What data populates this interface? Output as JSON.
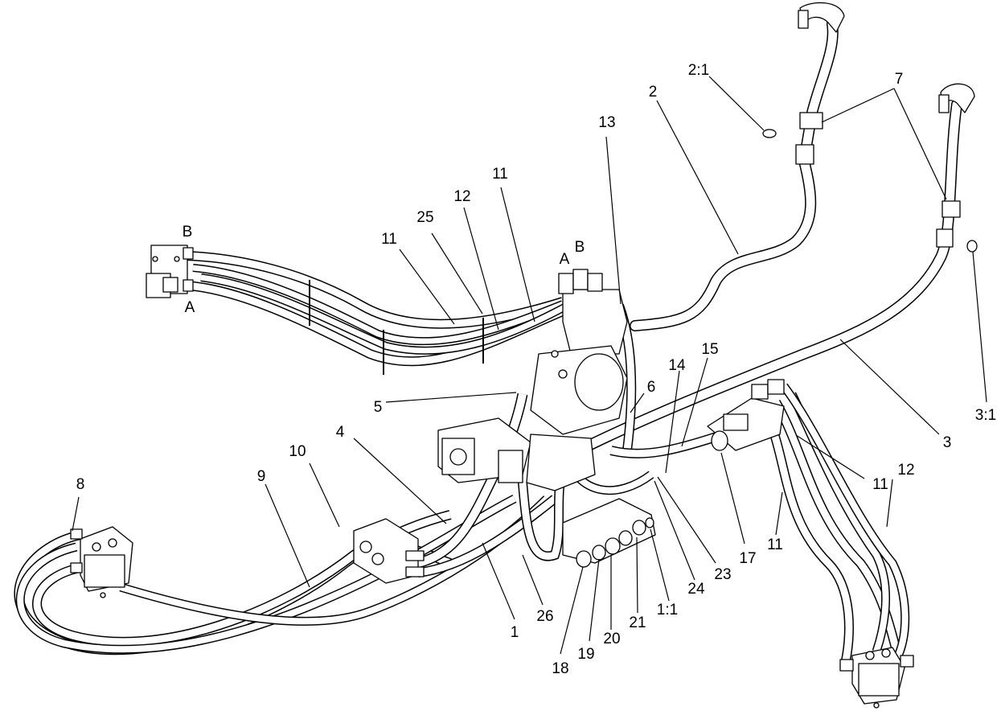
{
  "diagram": {
    "callouts": {
      "c1": "1",
      "c2": "2",
      "c3": "3",
      "c4": "4",
      "c5": "5",
      "c6": "6",
      "c7": "7",
      "c8": "8",
      "c9": "9",
      "c10": "10",
      "c11a": "11",
      "c11b": "11",
      "c11c": "11",
      "c11d": "11",
      "c12a": "12",
      "c12b": "12",
      "c13": "13",
      "c14": "14",
      "c15": "15",
      "c17": "17",
      "c18": "18",
      "c19": "19",
      "c20": "20",
      "c21": "21",
      "c23": "23",
      "c24": "24",
      "c25": "25",
      "c26": "26",
      "c1_1": "1:1",
      "c2_1": "2:1",
      "c3_1": "3:1"
    },
    "port_labels": {
      "left_motor_b": "B",
      "left_motor_a": "A",
      "valve_a": "A",
      "valve_b": "B"
    }
  }
}
